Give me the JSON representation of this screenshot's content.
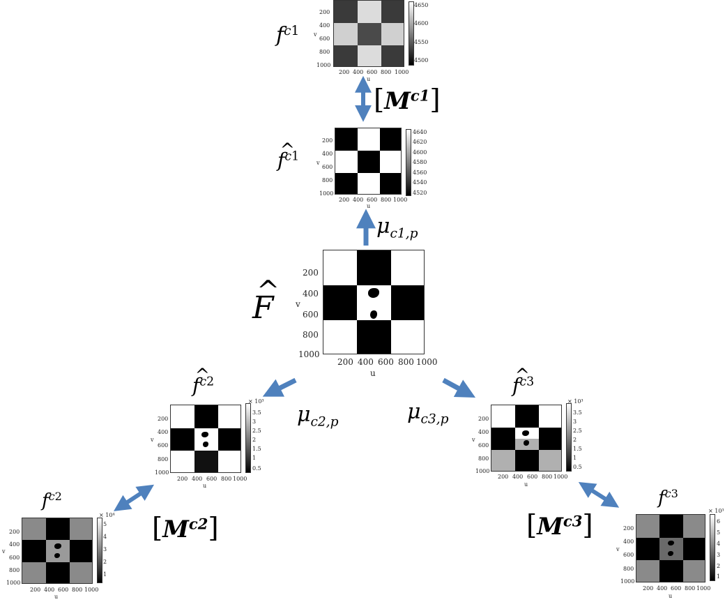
{
  "center": {
    "label_main": "F",
    "y_ticks": [
      "200",
      "400",
      "600",
      "800",
      "1000"
    ],
    "x_ticks": [
      "200",
      "400",
      "600",
      "800",
      "1000"
    ],
    "x_axis_label": "u",
    "y_axis_label": "v"
  },
  "top_panel": {
    "label_main": "f",
    "label_sup": "c",
    "label_sup2": "1",
    "y_ticks": [
      "200",
      "400",
      "600",
      "800",
      "1000"
    ],
    "x_ticks": [
      "200",
      "400",
      "600",
      "800",
      "1000"
    ],
    "x_axis_label": "u",
    "y_axis_label": "v",
    "cb_ticks": [
      "4650",
      "4600",
      "4550",
      "4500"
    ]
  },
  "hat_c1": {
    "label_main": "f",
    "label_sup": "c",
    "label_sup2": "1",
    "y_ticks": [
      "200",
      "400",
      "600",
      "800",
      "1000"
    ],
    "x_ticks": [
      "200",
      "400",
      "600",
      "800",
      "1000"
    ],
    "x_axis_label": "u",
    "y_axis_label": "v",
    "cb_ticks": [
      "4640",
      "4620",
      "4600",
      "4580",
      "4560",
      "4540",
      "4520"
    ]
  },
  "hat_c2": {
    "label_main": "f",
    "label_sup": "c",
    "label_sup2": "2",
    "y_ticks": [
      "200",
      "400",
      "600",
      "800",
      "1000"
    ],
    "x_ticks": [
      "200",
      "400",
      "600",
      "800",
      "1000"
    ],
    "x_axis_label": "u",
    "y_axis_label": "v",
    "cb_exp": "× 10³",
    "cb_ticks": [
      "3.5",
      "3",
      "2.5",
      "2",
      "1.5",
      "1",
      "0.5"
    ]
  },
  "hat_c3": {
    "label_main": "f",
    "label_sup": "c",
    "label_sup2": "3",
    "y_ticks": [
      "200",
      "400",
      "600",
      "800",
      "1000"
    ],
    "x_ticks": [
      "200",
      "400",
      "600",
      "800",
      "1000"
    ],
    "x_axis_label": "u",
    "y_axis_label": "v",
    "cb_exp": "× 10³",
    "cb_ticks": [
      "3.5",
      "3",
      "2.5",
      "2",
      "1.5",
      "1",
      "0.5"
    ]
  },
  "f_c2": {
    "label_main": "f",
    "label_sup": "c",
    "label_sup2": "2",
    "y_ticks": [
      "200",
      "400",
      "600",
      "800",
      "1000"
    ],
    "x_ticks": [
      "200",
      "400",
      "600",
      "800",
      "1000"
    ],
    "x_axis_label": "u",
    "y_axis_label": "v",
    "cb_exp": "× 10⁴",
    "cb_ticks": [
      "5",
      "4",
      "3",
      "2",
      "1"
    ]
  },
  "f_c3": {
    "label_main": "f",
    "label_sup": "c",
    "label_sup2": "3",
    "y_ticks": [
      "200",
      "400",
      "600",
      "800",
      "1000"
    ],
    "x_ticks": [
      "200",
      "400",
      "600",
      "800",
      "1000"
    ],
    "x_axis_label": "u",
    "y_axis_label": "v",
    "cb_exp": "× 10³",
    "cb_ticks": [
      "6",
      "5",
      "4",
      "3",
      "2",
      "1"
    ]
  },
  "operators": {
    "m_c1": {
      "letter": "M",
      "sup": "c1"
    },
    "m_c2": {
      "letter": "M",
      "sup": "c2"
    },
    "m_c3": {
      "letter": "M",
      "sup": "c3"
    },
    "mu_c1": {
      "letter": "μ",
      "sub": "c1,p"
    },
    "mu_c2": {
      "letter": "μ",
      "sub": "c2,p"
    },
    "mu_c3": {
      "letter": "μ",
      "sub": "c3,p"
    }
  },
  "colors": {
    "arrow": "#4f81bd",
    "mid_gray": "#b0b0b0",
    "noise_gray": "#8a8a8a"
  }
}
